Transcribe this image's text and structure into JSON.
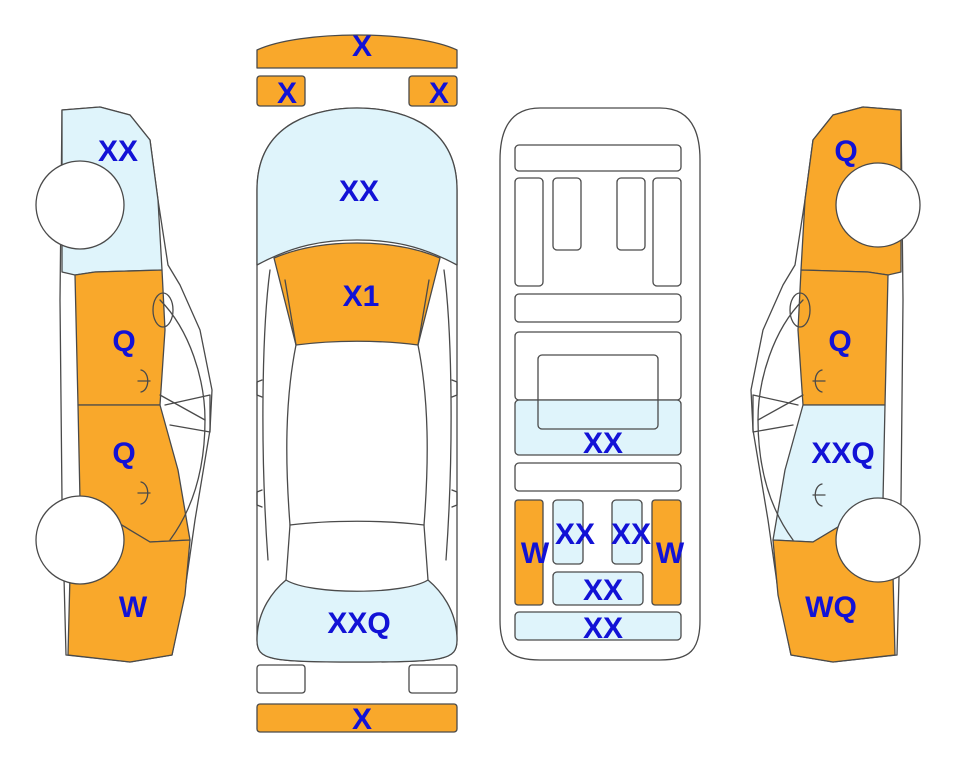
{
  "colors": {
    "orange": "#f9a82b",
    "light_blue": "#dff4fb",
    "white": "#ffffff",
    "outline": "#4a4a4a",
    "label": "#1212d6"
  },
  "left_side_view": {
    "fender_front": {
      "label": "XX",
      "color": "light_blue"
    },
    "front_door": {
      "label": "Q",
      "color": "orange"
    },
    "rear_door": {
      "label": "Q",
      "color": "orange"
    },
    "quarter_rear": {
      "label": "W",
      "color": "orange"
    }
  },
  "top_view": {
    "front_bumper": {
      "label": "X",
      "color": "orange"
    },
    "headlight_left": {
      "label": "X",
      "color": "orange"
    },
    "headlight_right": {
      "label": "X",
      "color": "orange"
    },
    "hood": {
      "label": "XX",
      "color": "light_blue"
    },
    "windshield": {
      "label": "X1",
      "color": "orange"
    },
    "trunk": {
      "label": "XXQ",
      "color": "light_blue"
    },
    "taillight_left": {
      "label": "",
      "color": "white"
    },
    "taillight_right": {
      "label": "",
      "color": "white"
    },
    "rear_bumper": {
      "label": "X",
      "color": "orange"
    }
  },
  "floor_view": {
    "mid_panel": {
      "label": "XX",
      "color": "light_blue"
    },
    "rear_rail_left": {
      "label": "W",
      "color": "orange"
    },
    "inner_left": {
      "label": "XX",
      "color": "light_blue"
    },
    "inner_right": {
      "label": "XX",
      "color": "light_blue"
    },
    "rear_rail_right": {
      "label": "W",
      "color": "orange"
    },
    "rear_cross_upper": {
      "label": "XX",
      "color": "light_blue"
    },
    "rear_cross_lower": {
      "label": "XX",
      "color": "light_blue"
    }
  },
  "right_side_view": {
    "fender_front": {
      "label": "Q",
      "color": "orange"
    },
    "front_door": {
      "label": "Q",
      "color": "orange"
    },
    "rear_door": {
      "label": "XXQ",
      "color": "light_blue"
    },
    "quarter_rear": {
      "label": "WQ",
      "color": "orange"
    }
  }
}
